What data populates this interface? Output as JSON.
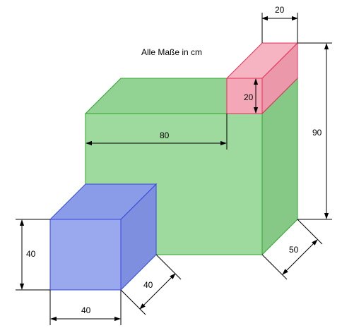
{
  "note": "Alle Maße in cm",
  "colors": {
    "green_front": "#9ed99e",
    "green_top": "#92d292",
    "green_side": "#86c986",
    "green_edge": "#2fa52f",
    "pink_front": "#f3a7b7",
    "pink_top": "#f6b3c1",
    "pink_side": "#ec98ab",
    "pink_edge": "#e0305a",
    "blue_front": "#9aa9ee",
    "blue_top": "#8a9be8",
    "blue_side": "#7f8fe0",
    "blue_edge": "#3548d8"
  },
  "dimensions": {
    "green_width": "80",
    "green_height": "90",
    "green_depth": "50",
    "pink_width": "20",
    "pink_height": "20",
    "blue_width": "40",
    "blue_height": "40",
    "blue_depth": "40"
  }
}
